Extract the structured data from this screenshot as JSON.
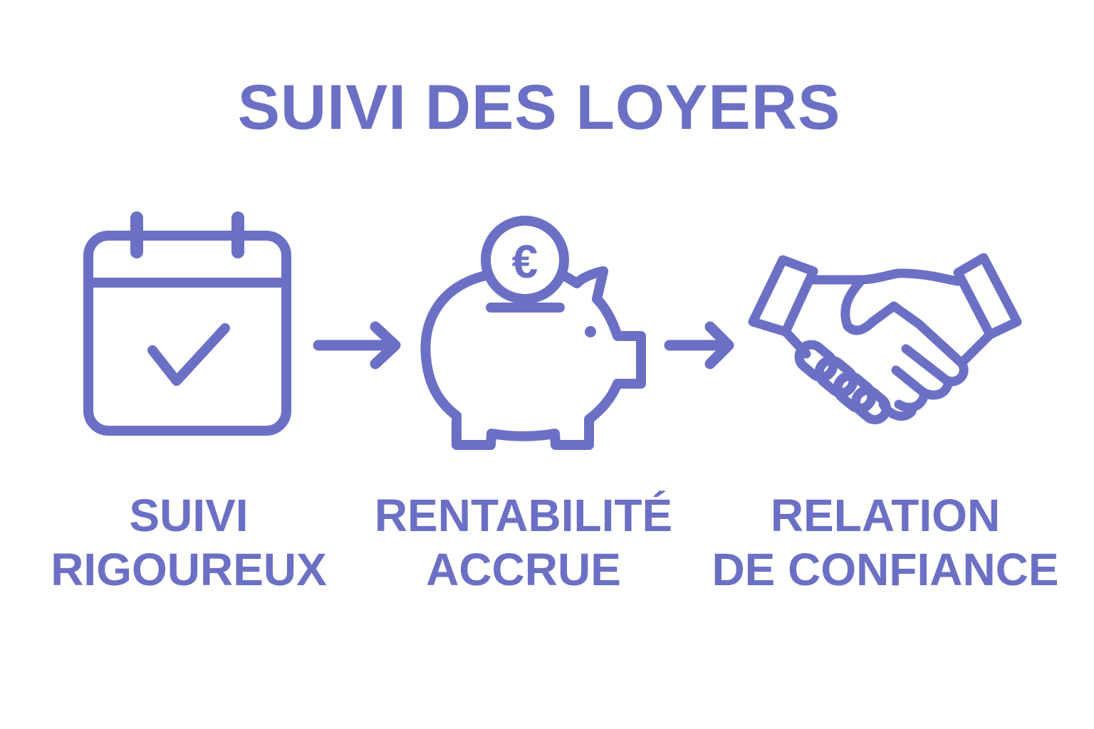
{
  "title": "SUIVI DES LOYERS",
  "colors": {
    "accent": "#6c70c5",
    "background": "#ffffff"
  },
  "steps": [
    {
      "icon": "calendar-check-icon",
      "line1": "SUIVI",
      "line2": "RIGOUREUX"
    },
    {
      "icon": "piggy-bank-euro-icon",
      "line1": "RENTABILITÉ",
      "line2": "ACCRUE",
      "coin_symbol": "€"
    },
    {
      "icon": "handshake-icon",
      "line1": "RELATION",
      "line2": "DE CONFIANCE"
    }
  ],
  "connectors": [
    {
      "icon": "arrow-right-icon",
      "from": 0,
      "to": 1
    },
    {
      "icon": "arrow-right-icon",
      "from": 1,
      "to": 2
    }
  ]
}
